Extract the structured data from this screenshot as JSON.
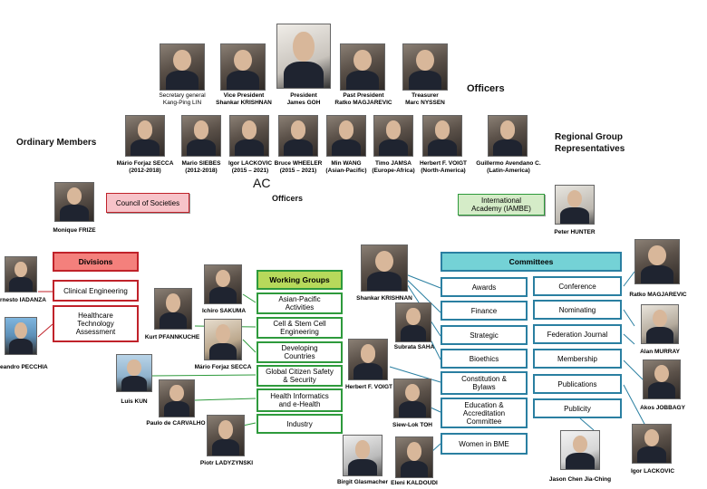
{
  "headings": {
    "officers_top": "Officers",
    "ordinary_members": "Ordinary Members",
    "regional": "Regional Group\nRepresentatives",
    "ac": "AC",
    "officers_mid": "Officers"
  },
  "officers": [
    {
      "caption": "Secretary general\nKang-Ping LIN"
    },
    {
      "caption": "Vice President\nShankar KRISHNAN"
    },
    {
      "caption": "President\nJames GOH"
    },
    {
      "caption": "Past President\nRatko MAGJAREVIC"
    },
    {
      "caption": "Treasurer\nMarc NYSSEN"
    }
  ],
  "ordinary": [
    {
      "caption": "Mário Forjaz SECCA\n(2012-2018)"
    },
    {
      "caption": "Mario SIEBES\n(2012-2018)"
    },
    {
      "caption": "Igor LACKOVIC\n(2015 – 2021)"
    },
    {
      "caption": "Bruce WHEELER\n(2015 – 2021)"
    }
  ],
  "regional": [
    {
      "caption": "Min WANG\n(Asian-Pacific)"
    },
    {
      "caption": "Timo JAMSA\n(Europe-Africa)"
    },
    {
      "caption": "Herbert F. VOIGT\n(North-America)"
    },
    {
      "caption": "Guillermo Avendano C.\n(Latin-America)"
    }
  ],
  "council": {
    "label": "Council of Societies",
    "person": "Monique FRIZE"
  },
  "academy": {
    "label": "International\nAcademy (IAMBE)",
    "person": "Peter HUNTER"
  },
  "divisions": {
    "title": "Divisions",
    "items": [
      "Clinical Engineering",
      "Healthcare\nTechnology\nAssessment"
    ],
    "people": [
      "rnesto IADANZA",
      "eandro PECCHIA"
    ]
  },
  "working_groups": {
    "title": "Working Groups",
    "items": [
      "Asian-Pacific\nActivities",
      "Cell & Stem Cell\nEngineering",
      "Developing\nCountries",
      "Global Citizen Safety\n& Security",
      "Health Informatics\nand e-Health",
      "Industry"
    ],
    "people": [
      "Ichiro SAKUMA",
      "Kurt PFANNKUCHE",
      "Mário Forjaz SECCA",
      "Luis KUN",
      "Paulo de CARVALHO",
      "Piotr LADYZYNSKI"
    ]
  },
  "committees": {
    "title": "Committees",
    "left": [
      "Awards",
      "Finance",
      "Strategic",
      "Bioethics",
      "Constitution &\nBylaws",
      "Education &\nAccreditation\nCommittee",
      "Women in BME"
    ],
    "right": [
      "Conference",
      "Nominating",
      "Federation Journal",
      "Membership",
      "Publications",
      "Publicity"
    ],
    "people_left": [
      "Shankar KRISHNAN",
      "Subrata SAHA",
      "Herbert F. VOIGT",
      "Siew-Lok TOH",
      "Birgit Glasmacher",
      "Eleni KALDOUDI"
    ],
    "people_right": [
      "Ratko MAGJAREVIC",
      "Alan MURRAY",
      "Akos JOBBAGY",
      "Jason Chen Jia-Ching",
      "Igor LACKOVIC"
    ]
  },
  "colors": {
    "red": "#c0222a",
    "green": "#2e9a3c",
    "teal": "#2a7fa1"
  }
}
